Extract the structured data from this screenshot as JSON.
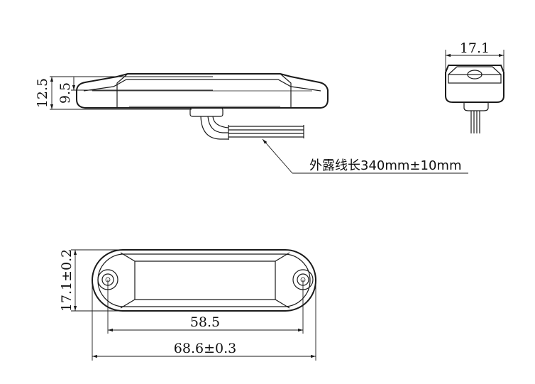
{
  "dimensions": {
    "side_total_height": "12.5",
    "side_body_height": "9.5",
    "end_view_width": "17.1",
    "top_view_width": "17.1±0.2",
    "hole_spacing": "58.5",
    "overall_length": "68.6±0.3"
  },
  "note": {
    "cable_length": "外露线长340mm±10mm"
  }
}
